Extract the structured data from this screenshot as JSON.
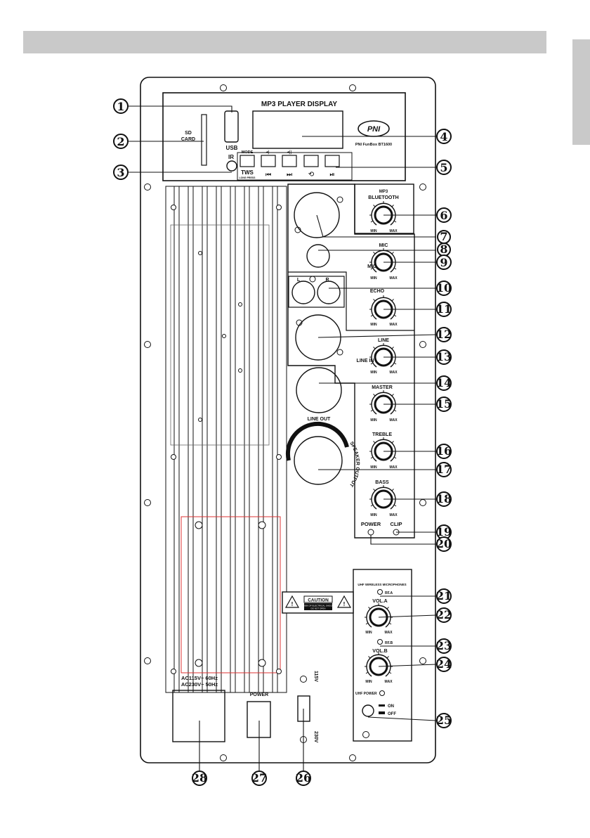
{
  "labels": {
    "display_title": "MP3 PLAYER DISPLAY",
    "usb": "USB",
    "sd_line1": "SD",
    "sd_line2": "CARD",
    "ir": "IR",
    "brand_logo": "PNI",
    "model": "PNI FunBox BT1600",
    "mode": "MODE",
    "tws": "TWS",
    "long_press": "LONG PRESS",
    "mp3": "MP3",
    "bluetooth": "BLUETOOTH",
    "mic": "MIC",
    "mic_in": "MIC IN",
    "left": "L",
    "right": "R",
    "echo": "ECHO",
    "line": "LINE",
    "line_in": "LINE IN",
    "line_out": "LINE OUT",
    "master": "MASTER",
    "treble": "TREBLE",
    "speaker_output": "SPEAKER OUTPUT",
    "bass": "BASS",
    "power": "POWER",
    "clip": "CLIP",
    "uhf_title": "UHF WIRELESS MICROPHONES",
    "rfa": "RF.A",
    "vola": "VOL.A",
    "rfb": "RF.B",
    "volb": "VOL.B",
    "uhf_power": "UHF POWER",
    "on": "ON",
    "off": "OFF",
    "caution": "CAUTION",
    "caution_line1": "RISK OF ELECTRICAL SHOCK",
    "caution_line2": "DO NOT OPEN",
    "ac1": "AC115V~  60Hz",
    "ac2": "AC230V~  50Hz",
    "v115": "115V",
    "v230": "230V",
    "min": "MIN",
    "max": "MAX"
  },
  "callouts": [
    "1",
    "2",
    "3",
    "4",
    "5",
    "6",
    "7",
    "8",
    "9",
    "10",
    "11",
    "12",
    "13",
    "14",
    "15",
    "16",
    "17",
    "18",
    "19",
    "20",
    "21",
    "22",
    "23",
    "24",
    "25",
    "26",
    "27",
    "28"
  ]
}
